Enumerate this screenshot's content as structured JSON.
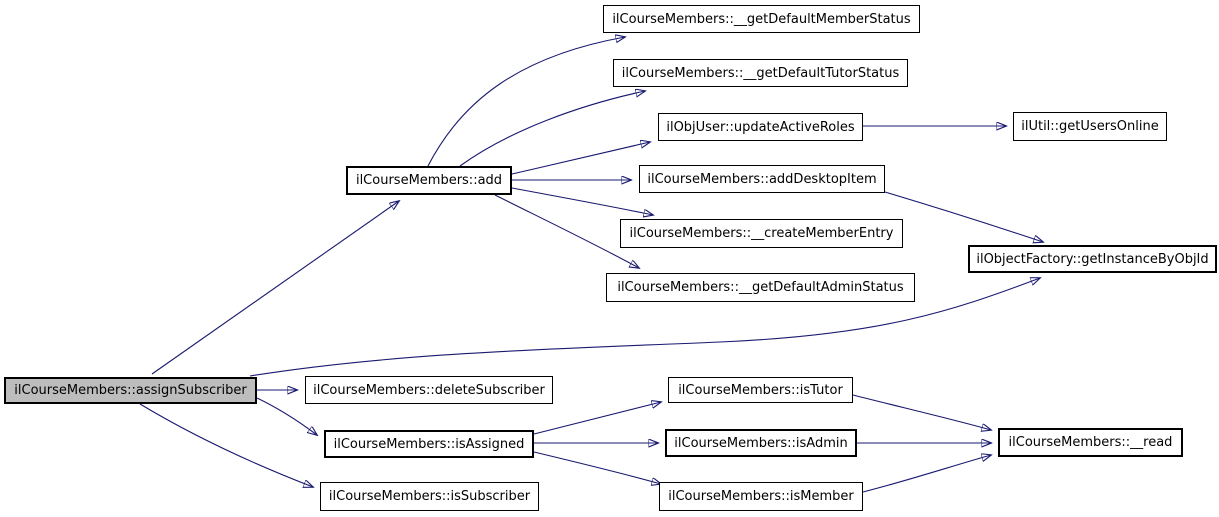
{
  "diagram": {
    "kind": "call-graph",
    "edge_color": "#191970",
    "node_fill": "#ffffff",
    "node_border_color": "#000000",
    "highlight_fill": "#bdbdbd",
    "root": "ilCourseMembers::assignSubscriber",
    "nodes": [
      {
        "id": "assignSubscriber",
        "label": "ilCourseMembers::assignSubscriber",
        "highlighted": true
      },
      {
        "id": "add",
        "label": "ilCourseMembers::add",
        "highlighted": false
      },
      {
        "id": "getDefaultMemberStatus",
        "label": "ilCourseMembers::__getDefaultMemberStatus",
        "highlighted": false
      },
      {
        "id": "getDefaultTutorStatus",
        "label": "ilCourseMembers::__getDefaultTutorStatus",
        "highlighted": false
      },
      {
        "id": "updateActiveRoles",
        "label": "ilObjUser::updateActiveRoles",
        "highlighted": false
      },
      {
        "id": "getUsersOnline",
        "label": "ilUtil::getUsersOnline",
        "highlighted": false
      },
      {
        "id": "addDesktopItem",
        "label": "ilCourseMembers::addDesktopItem",
        "highlighted": false
      },
      {
        "id": "createMemberEntry",
        "label": "ilCourseMembers::__createMemberEntry",
        "highlighted": false
      },
      {
        "id": "getDefaultAdminStatus",
        "label": "ilCourseMembers::__getDefaultAdminStatus",
        "highlighted": false
      },
      {
        "id": "getInstanceByObjId",
        "label": "ilObjectFactory::getInstanceByObjId",
        "highlighted": false
      },
      {
        "id": "deleteSubscriber",
        "label": "ilCourseMembers::deleteSubscriber",
        "highlighted": false
      },
      {
        "id": "isAssigned",
        "label": "ilCourseMembers::isAssigned",
        "highlighted": false
      },
      {
        "id": "isSubscriber",
        "label": "ilCourseMembers::isSubscriber",
        "highlighted": false
      },
      {
        "id": "isTutor",
        "label": "ilCourseMembers::isTutor",
        "highlighted": false
      },
      {
        "id": "isAdmin",
        "label": "ilCourseMembers::isAdmin",
        "highlighted": false
      },
      {
        "id": "isMember",
        "label": "ilCourseMembers::isMember",
        "highlighted": false
      },
      {
        "id": "read",
        "label": "ilCourseMembers::__read",
        "highlighted": false
      }
    ],
    "edges": [
      {
        "from": "assignSubscriber",
        "to": "add"
      },
      {
        "from": "assignSubscriber",
        "to": "deleteSubscriber"
      },
      {
        "from": "assignSubscriber",
        "to": "isAssigned"
      },
      {
        "from": "assignSubscriber",
        "to": "isSubscriber"
      },
      {
        "from": "assignSubscriber",
        "to": "getInstanceByObjId"
      },
      {
        "from": "add",
        "to": "getDefaultMemberStatus"
      },
      {
        "from": "add",
        "to": "getDefaultTutorStatus"
      },
      {
        "from": "add",
        "to": "updateActiveRoles"
      },
      {
        "from": "add",
        "to": "addDesktopItem"
      },
      {
        "from": "add",
        "to": "createMemberEntry"
      },
      {
        "from": "add",
        "to": "getDefaultAdminStatus"
      },
      {
        "from": "updateActiveRoles",
        "to": "getUsersOnline"
      },
      {
        "from": "addDesktopItem",
        "to": "getInstanceByObjId"
      },
      {
        "from": "isAssigned",
        "to": "isTutor"
      },
      {
        "from": "isAssigned",
        "to": "isAdmin"
      },
      {
        "from": "isAssigned",
        "to": "isMember"
      },
      {
        "from": "isTutor",
        "to": "read"
      },
      {
        "from": "isAdmin",
        "to": "read"
      },
      {
        "from": "isMember",
        "to": "read"
      }
    ]
  }
}
